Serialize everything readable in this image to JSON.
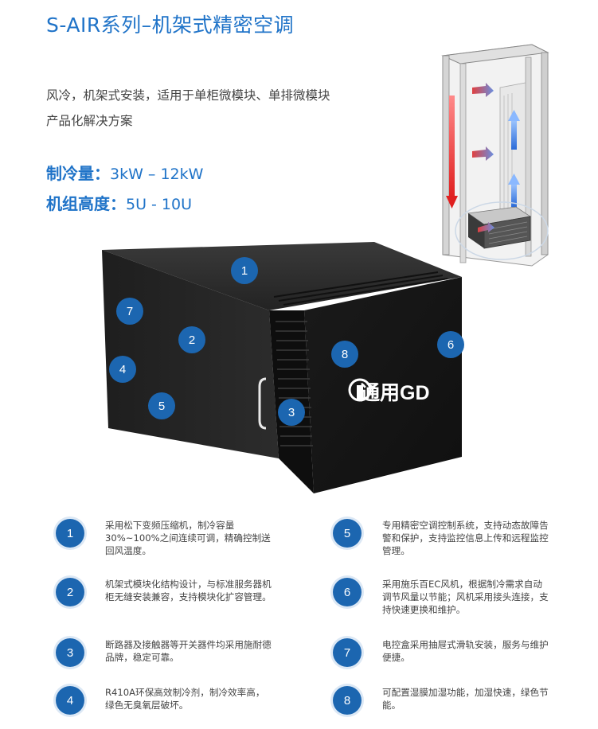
{
  "header": {
    "title": "S-AIR系列–机架式精密空调",
    "description_line1": "风冷，机架式安装，适用于单柜微模块、单排微模块",
    "description_line2": "产品化解决方案"
  },
  "specs": {
    "cooling_label": "制冷量：",
    "cooling_value": "3kW – 12kW",
    "height_label": "机组高度：",
    "height_value": "5U - 10U"
  },
  "brand": {
    "logo_text": "通用GD"
  },
  "callouts": [
    "1",
    "2",
    "3",
    "4",
    "5",
    "6",
    "7",
    "8"
  ],
  "features": [
    {
      "num": "1",
      "text": "采用松下变频压缩机，制冷容量30%~100%之间连续可调，精确控制送回风温度。"
    },
    {
      "num": "2",
      "text": "机架式模块化结构设计，与标准服务器机柜无缝安装兼容，支持模块化扩容管理。"
    },
    {
      "num": "3",
      "text": "断路器及接触器等开关器件均采用施耐德品牌，稳定可靠。"
    },
    {
      "num": "4",
      "text": "R410A环保高效制冷剂，制冷效率高，绿色无臭氧层破坏。"
    },
    {
      "num": "5",
      "text": "专用精密空调控制系统，支持动态故障告警和保护，支持监控信息上传和远程监控管理。"
    },
    {
      "num": "6",
      "text": "采用施乐百EC风机，根据制冷需求自动调节风量以节能；风机采用接头连接，支持快速更换和维护。"
    },
    {
      "num": "7",
      "text": "电控盒采用抽屉式滑轨安装，服务与维护便捷。"
    },
    {
      "num": "8",
      "text": "可配置湿膜加湿功能，加湿快速，绿色节能。"
    }
  ],
  "colors": {
    "accent": "#1f73c8",
    "badge": "#1c66b0",
    "unit_body": "#1a1a1a"
  }
}
